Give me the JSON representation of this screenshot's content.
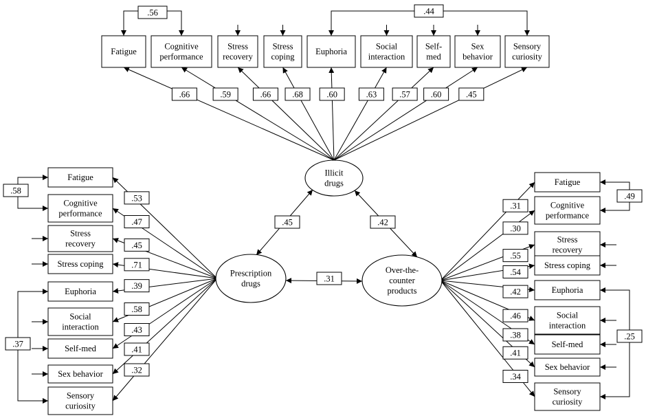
{
  "latents": {
    "illicit": [
      "Illicit",
      "drugs"
    ],
    "prescription": [
      "Prescription",
      "drugs"
    ],
    "otc": [
      "Over-the-",
      "counter",
      "products"
    ]
  },
  "latent_correlations": {
    "prescription_illicit": ".45",
    "illicit_otc": ".42",
    "prescription_otc": ".31"
  },
  "indicators": {
    "illicit": [
      {
        "label": [
          "Fatigue"
        ],
        "loading": ".66"
      },
      {
        "label": [
          "Cognitive",
          "performance"
        ],
        "loading": ".59"
      },
      {
        "label": [
          "Stress",
          "recovery"
        ],
        "loading": ".66"
      },
      {
        "label": [
          "Stress",
          "coping"
        ],
        "loading": ".68"
      },
      {
        "label": [
          "Euphoria"
        ],
        "loading": ".60"
      },
      {
        "label": [
          "Social",
          "interaction"
        ],
        "loading": ".63"
      },
      {
        "label": [
          "Self-",
          "med"
        ],
        "loading": ".57"
      },
      {
        "label": [
          "Sex",
          "behavior"
        ],
        "loading": ".60"
      },
      {
        "label": [
          "Sensory",
          "curiosity"
        ],
        "loading": ".45"
      }
    ],
    "prescription": [
      {
        "label": [
          "Fatigue"
        ],
        "loading": ".53"
      },
      {
        "label": [
          "Cognitive",
          "performance"
        ],
        "loading": ".47"
      },
      {
        "label": [
          "Stress",
          "recovery"
        ],
        "loading": ".45"
      },
      {
        "label": [
          "Stress coping"
        ],
        "loading": ".71"
      },
      {
        "label": [
          "Euphoria"
        ],
        "loading": ".39"
      },
      {
        "label": [
          "Social",
          "interaction"
        ],
        "loading": ".58"
      },
      {
        "label": [
          "Self-med"
        ],
        "loading": ".43"
      },
      {
        "label": [
          "Sex behavior"
        ],
        "loading": ".41"
      },
      {
        "label": [
          "Sensory",
          "curiosity"
        ],
        "loading": ".32"
      }
    ],
    "otc": [
      {
        "label": [
          "Fatigue"
        ],
        "loading": ".31"
      },
      {
        "label": [
          "Cognitive",
          "performance"
        ],
        "loading": ".30"
      },
      {
        "label": [
          "Stress",
          "recovery"
        ],
        "loading": ".55"
      },
      {
        "label": [
          "Stress coping"
        ],
        "loading": ".54"
      },
      {
        "label": [
          "Euphoria"
        ],
        "loading": ".42"
      },
      {
        "label": [
          "Social",
          "interaction"
        ],
        "loading": ".46"
      },
      {
        "label": [
          "Self-med"
        ],
        "loading": ".38"
      },
      {
        "label": [
          "Sex behavior"
        ],
        "loading": ".41"
      },
      {
        "label": [
          "Sensory",
          "curiosity"
        ],
        "loading": ".34"
      }
    ]
  },
  "error_correlations": {
    "illicit_fatigue_cognitive": ".56",
    "illicit_euphoria_sensory": ".44",
    "prescription_fatigue_cognitive": ".58",
    "prescription_euphoria_sensory": ".37",
    "otc_fatigue_cognitive": ".49",
    "otc_euphoria_sensory": ".25"
  }
}
